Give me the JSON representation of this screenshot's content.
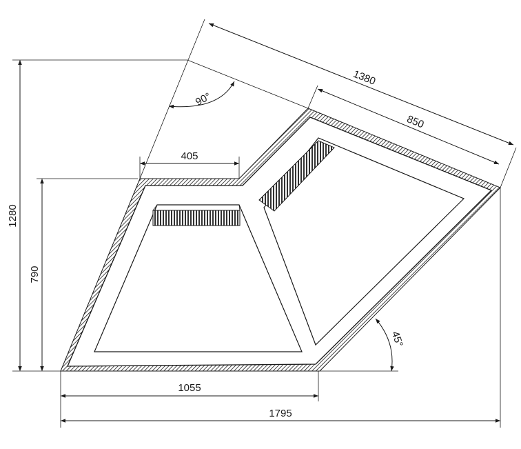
{
  "dimensions": {
    "overall_diagonal": "1380",
    "right_section": "850",
    "top_left_width": "405",
    "total_height": "1280",
    "front_depth": "790",
    "front_width": "1055",
    "total_width": "1795"
  },
  "angles": {
    "corner_angle": "90°",
    "side_angle": "45°"
  }
}
